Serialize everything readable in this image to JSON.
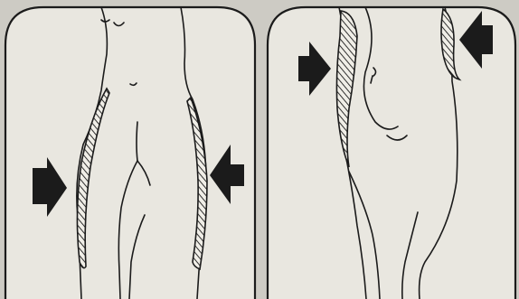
{
  "illustration": {
    "panels": [
      {
        "view": "front",
        "body_outline": [
          "waist-left",
          "hip-left",
          "thigh-left",
          "waist-right",
          "hip-right",
          "thigh-right",
          "crotch",
          "navel"
        ],
        "highlighted_regions": [
          "outer-thigh-left",
          "outer-thigh-right"
        ],
        "arrows": [
          {
            "side": "left",
            "direction": "pointing-right"
          },
          {
            "side": "right",
            "direction": "pointing-left"
          }
        ]
      },
      {
        "view": "side",
        "body_outline": [
          "back",
          "buttock",
          "thigh-back",
          "belly",
          "thigh-front",
          "navel"
        ],
        "highlighted_regions": [
          "abdomen-front",
          "buttock-back"
        ],
        "arrows": [
          {
            "side": "left",
            "direction": "pointing-right"
          },
          {
            "side": "right",
            "direction": "pointing-left"
          }
        ]
      }
    ],
    "colors": {
      "paper": "#cdcbc4",
      "panel": "#e9e7e0",
      "ink": "#1b1b1b"
    },
    "icons": [
      "arrow-right-icon",
      "arrow-left-icon",
      "hatch-pattern"
    ]
  }
}
